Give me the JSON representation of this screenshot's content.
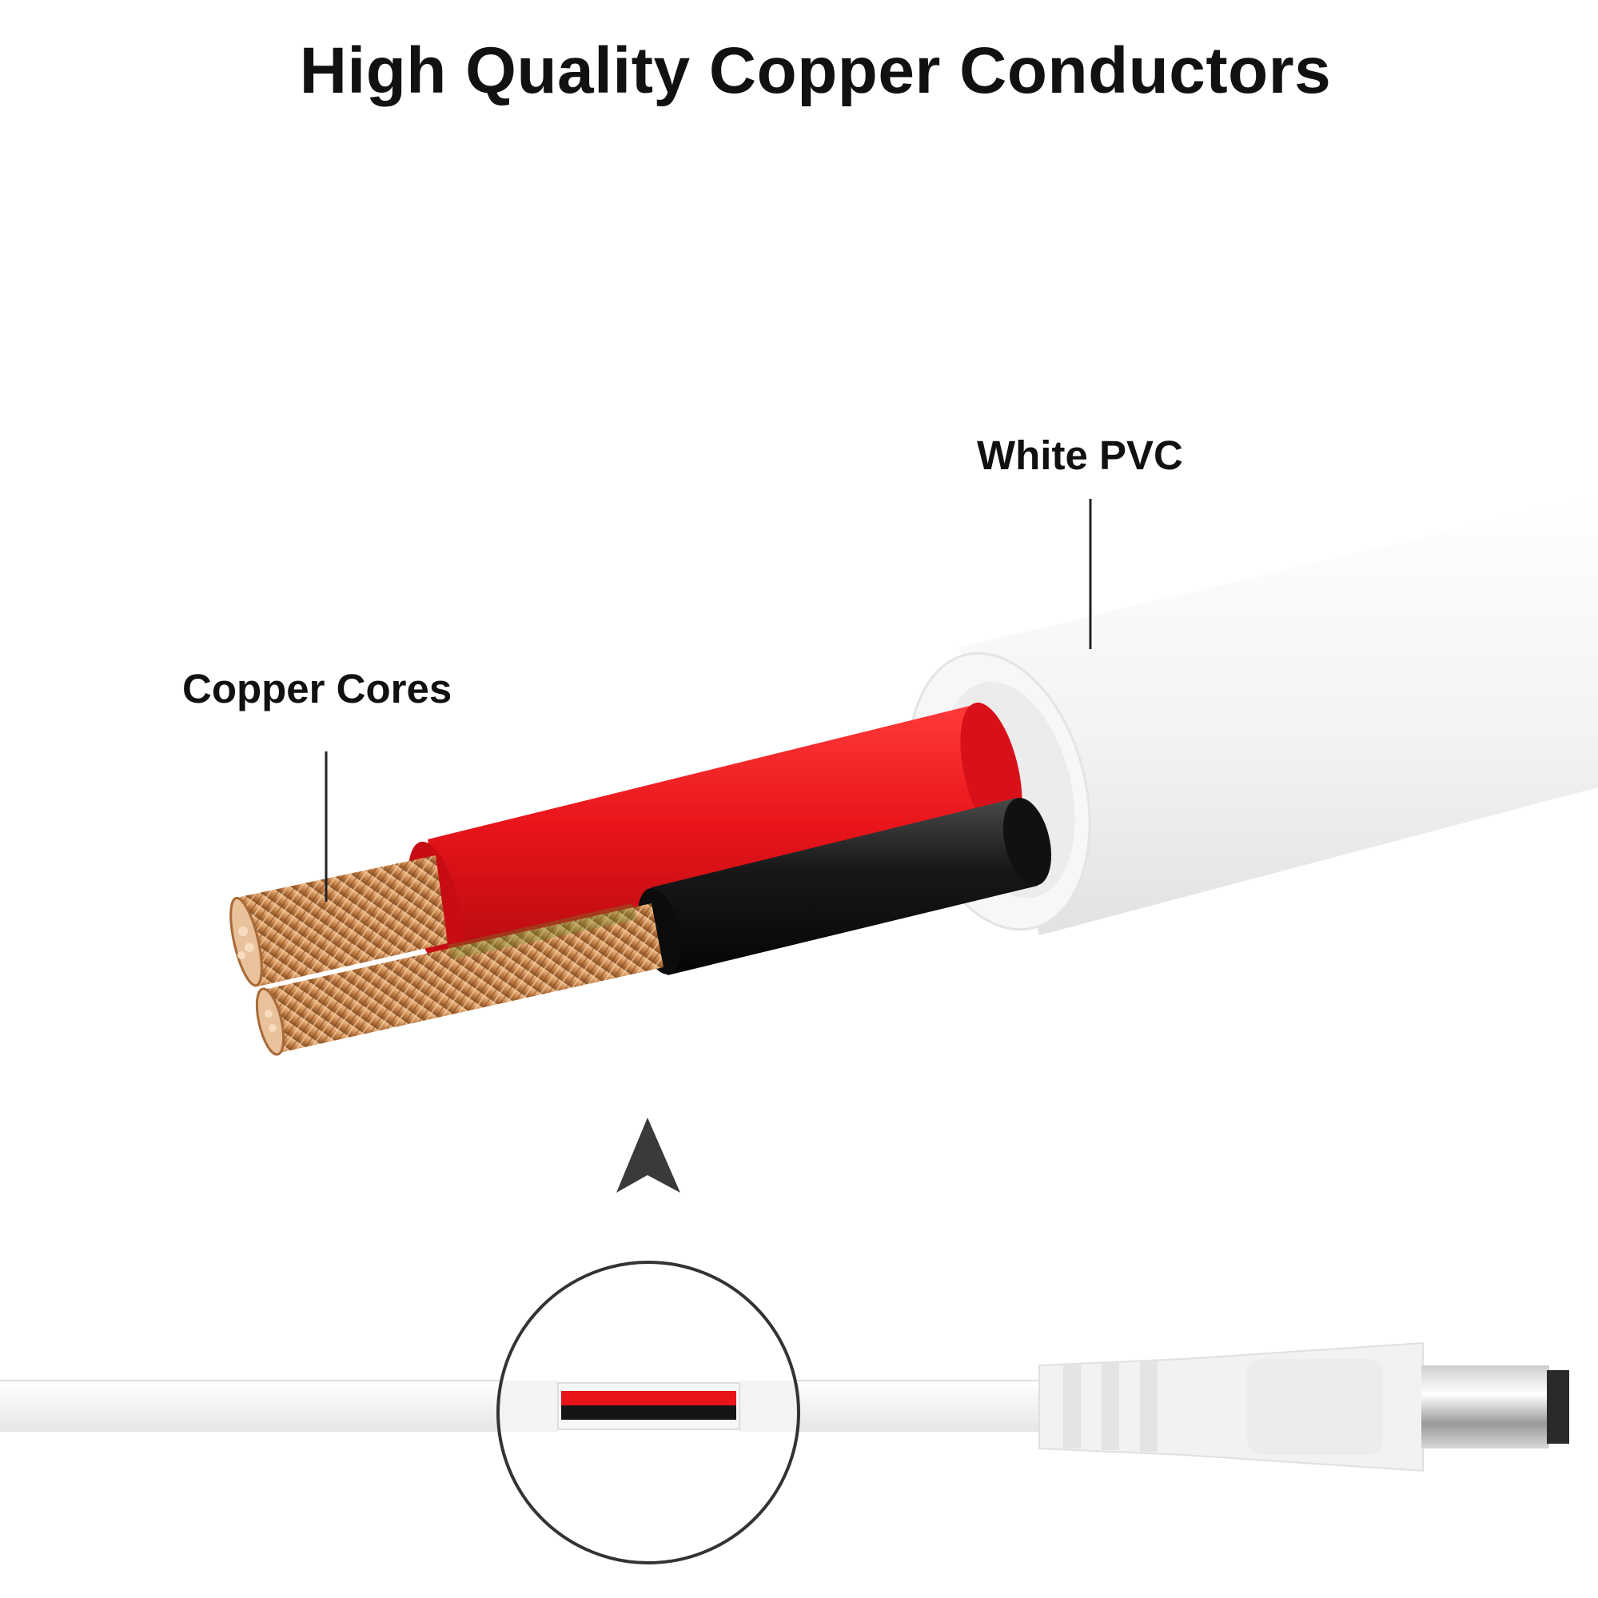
{
  "title": "High Quality Copper Conductors",
  "labels": {
    "pvc": "White PVC",
    "copper": "Copper Cores"
  },
  "colors": {
    "jacket": "#f4f4f4",
    "red_insulation": "#e8141a",
    "black_insulation": "#151515",
    "copper": "#c8844a",
    "pointer": "#3a3a3a"
  }
}
